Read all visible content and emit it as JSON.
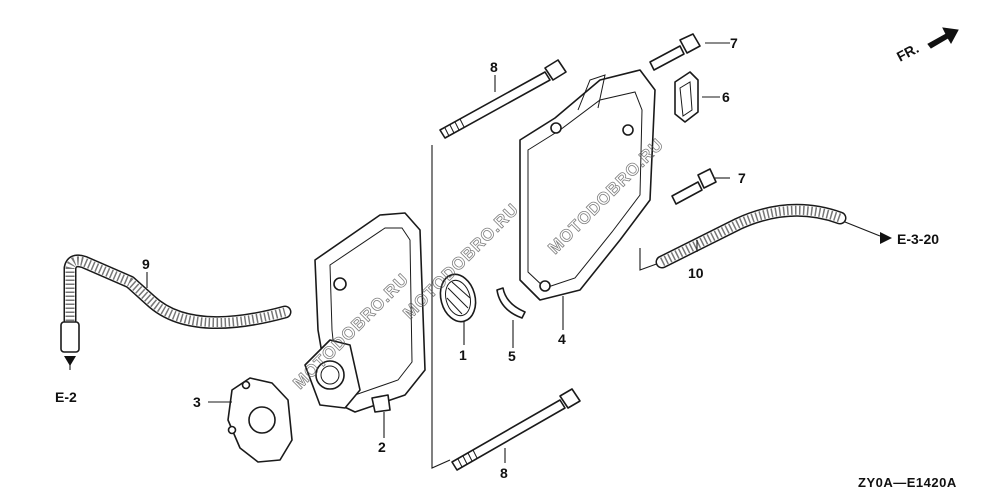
{
  "diagram": {
    "direction_label": "FR.",
    "drawing_code": "ZY0A—E1420A",
    "watermark": "MOTODOBRO.RU",
    "callouts": [
      {
        "id": "c1",
        "text": "1"
      },
      {
        "id": "c2",
        "text": "2"
      },
      {
        "id": "c3",
        "text": "3"
      },
      {
        "id": "c4",
        "text": "4"
      },
      {
        "id": "c5",
        "text": "5"
      },
      {
        "id": "c6",
        "text": "6"
      },
      {
        "id": "c7a",
        "text": "7"
      },
      {
        "id": "c7b",
        "text": "7"
      },
      {
        "id": "c8a",
        "text": "8"
      },
      {
        "id": "c8b",
        "text": "8"
      },
      {
        "id": "c9",
        "text": "9"
      },
      {
        "id": "c10",
        "text": "10"
      }
    ],
    "references": [
      {
        "id": "e2",
        "text": "E-2"
      },
      {
        "id": "e320",
        "text": "E-3-20"
      }
    ]
  }
}
